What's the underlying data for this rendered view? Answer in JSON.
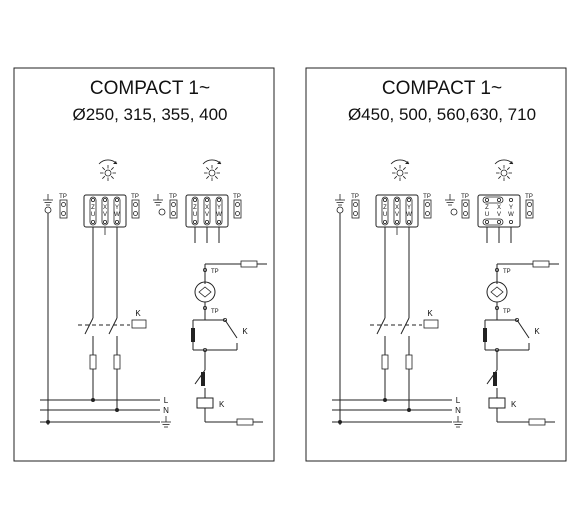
{
  "panels": [
    {
      "title": "COMPACT  1~",
      "subtitle": "Ø250, 315, 355, 400"
    },
    {
      "title": "COMPACT  1~",
      "subtitle": "Ø450, 500, 560,630, 710"
    }
  ],
  "labels": {
    "tp": "TP",
    "z": "Z",
    "u": "U",
    "x": "X",
    "v": "V",
    "y": "Y",
    "w": "W",
    "k": "K",
    "line": "L",
    "neutral": "N"
  },
  "icons": {
    "rotation": "fan-rotation-icon",
    "ground": "ground-icon",
    "thermal_contact": "thermal-contact-icon",
    "motor": "motor-icon",
    "fuse": "fuse-icon",
    "relay": "relay-coil-icon"
  },
  "colors": {
    "line": "#222222",
    "background": "#ffffff"
  }
}
